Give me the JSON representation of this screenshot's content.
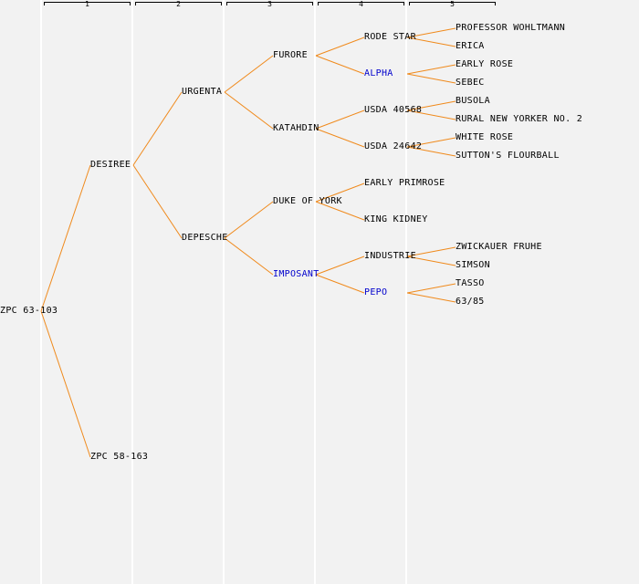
{
  "generations": [
    "1",
    "2",
    "3",
    "4",
    "5"
  ],
  "colors": {
    "link": "#f08a1c",
    "highlight": "#0000cc",
    "text": "#000000",
    "background": "#f2f2f2"
  },
  "nodes": [
    {
      "id": "n0",
      "label": "ZPC 63-103",
      "gen": 0,
      "row": 16,
      "highlight": false,
      "parent": null
    },
    {
      "id": "n1",
      "label": "DESIREE",
      "gen": 1,
      "row": 8,
      "highlight": false,
      "parent": "n0"
    },
    {
      "id": "n2",
      "label": "ZPC 58-163",
      "gen": 1,
      "row": 24,
      "highlight": false,
      "parent": "n0"
    },
    {
      "id": "n3",
      "label": "URGENTA",
      "gen": 2,
      "row": 4,
      "highlight": false,
      "parent": "n1"
    },
    {
      "id": "n4",
      "label": "DEPESCHE",
      "gen": 2,
      "row": 12,
      "highlight": false,
      "parent": "n1"
    },
    {
      "id": "n5",
      "label": "FURORE",
      "gen": 3,
      "row": 2,
      "highlight": false,
      "parent": "n3"
    },
    {
      "id": "n6",
      "label": "KATAHDIN",
      "gen": 3,
      "row": 6,
      "highlight": false,
      "parent": "n3"
    },
    {
      "id": "n7",
      "label": "DUKE OF YORK",
      "gen": 3,
      "row": 10,
      "highlight": false,
      "parent": "n4"
    },
    {
      "id": "n8",
      "label": "IMPOSANT",
      "gen": 3,
      "row": 14,
      "highlight": true,
      "parent": "n4"
    },
    {
      "id": "n9",
      "label": "RODE STAR",
      "gen": 4,
      "row": 1,
      "highlight": false,
      "parent": "n5"
    },
    {
      "id": "n10",
      "label": "ALPHA",
      "gen": 4,
      "row": 3,
      "highlight": true,
      "parent": "n5"
    },
    {
      "id": "n11",
      "label": "USDA 40568",
      "gen": 4,
      "row": 5,
      "highlight": false,
      "parent": "n6"
    },
    {
      "id": "n12",
      "label": "USDA 24642",
      "gen": 4,
      "row": 7,
      "highlight": false,
      "parent": "n6"
    },
    {
      "id": "n13",
      "label": "EARLY PRIMROSE",
      "gen": 4,
      "row": 9,
      "highlight": false,
      "parent": "n7"
    },
    {
      "id": "n14",
      "label": "KING KIDNEY",
      "gen": 4,
      "row": 11,
      "highlight": false,
      "parent": "n7"
    },
    {
      "id": "n15",
      "label": "INDUSTRIE",
      "gen": 4,
      "row": 13,
      "highlight": false,
      "parent": "n8"
    },
    {
      "id": "n16",
      "label": "PEPO",
      "gen": 4,
      "row": 15,
      "highlight": true,
      "parent": "n8"
    },
    {
      "id": "n17",
      "label": "PROFESSOR WOHLTMANN",
      "gen": 5,
      "row": 0.5,
      "highlight": false,
      "parent": "n9"
    },
    {
      "id": "n18",
      "label": "ERICA",
      "gen": 5,
      "row": 1.5,
      "highlight": false,
      "parent": "n9"
    },
    {
      "id": "n19",
      "label": "EARLY ROSE",
      "gen": 5,
      "row": 2.5,
      "highlight": false,
      "parent": "n10"
    },
    {
      "id": "n20",
      "label": "SEBEC",
      "gen": 5,
      "row": 3.5,
      "highlight": false,
      "parent": "n10"
    },
    {
      "id": "n21",
      "label": "BUSOLA",
      "gen": 5,
      "row": 4.5,
      "highlight": false,
      "parent": "n11"
    },
    {
      "id": "n22",
      "label": "RURAL NEW YORKER NO. 2",
      "gen": 5,
      "row": 5.5,
      "highlight": false,
      "parent": "n11"
    },
    {
      "id": "n23",
      "label": "WHITE ROSE",
      "gen": 5,
      "row": 6.5,
      "highlight": false,
      "parent": "n12"
    },
    {
      "id": "n24",
      "label": "SUTTON'S FLOURBALL",
      "gen": 5,
      "row": 7.5,
      "highlight": false,
      "parent": "n12"
    },
    {
      "id": "n25",
      "label": "ZWICKAUER FRUHE",
      "gen": 5,
      "row": 12.5,
      "highlight": false,
      "parent": "n15"
    },
    {
      "id": "n26",
      "label": "SIMSON",
      "gen": 5,
      "row": 13.5,
      "highlight": false,
      "parent": "n15"
    },
    {
      "id": "n27",
      "label": "TASSO",
      "gen": 5,
      "row": 14.5,
      "highlight": false,
      "parent": "n16"
    },
    {
      "id": "n28",
      "label": "63/85",
      "gen": 5,
      "row": 15.5,
      "highlight": false,
      "parent": "n16"
    }
  ]
}
